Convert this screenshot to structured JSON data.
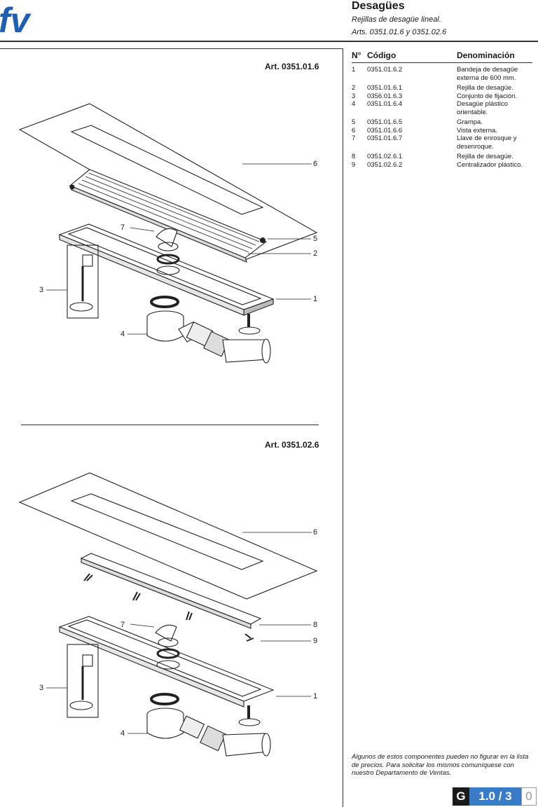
{
  "header": {
    "title": "Desagües",
    "subtitle1": "Rejillas de desagüe lineal.",
    "subtitle2": "Arts. 0351.01.6 y 0351.02.6"
  },
  "brand": {
    "logo_text": "fv",
    "color": "#1f5fb3"
  },
  "drawings": {
    "top": {
      "label": "Art. 0351.01.6",
      "callouts": [
        "6",
        "7",
        "5",
        "2",
        "3",
        "1",
        "4"
      ]
    },
    "bottom": {
      "label": "Art. 0351.02.6",
      "callouts": [
        "6",
        "7",
        "8",
        "9",
        "3",
        "1",
        "4"
      ]
    }
  },
  "parts_table": {
    "headers": {
      "n": "N°",
      "code": "Código",
      "name": "Denominación"
    },
    "rows": [
      {
        "n": "1",
        "code": "0351.01.6.2",
        "name": "Bandeja de desagüe externa de 600 mm."
      },
      {
        "n": "2",
        "code": "0351.01.6.1",
        "name": "Rejilla de desagüe."
      },
      {
        "n": "3",
        "code": "0356.01.6.3",
        "name": "Conjunto de fijación."
      },
      {
        "n": "4",
        "code": "0351.01.6.4",
        "name": "Desagüe plástico orientable."
      },
      {
        "n": "5",
        "code": "0351.01.6.5",
        "name": "Grampa."
      },
      {
        "n": "6",
        "code": "0351.01.6.6",
        "name": "Vista externa."
      },
      {
        "n": "7",
        "code": "0351.01.6.7",
        "name": "Llave de enrosque y desenroque."
      },
      {
        "n": "8",
        "code": "0351.02.6.1",
        "name": "Rejilla de desagüe."
      },
      {
        "n": "9",
        "code": "0351.02.6.2",
        "name": "Centralizador plástico."
      }
    ]
  },
  "footnote": "Algunos de estos componentes pueden no figurar en la lista de precios. Para solicitar los mismos comuníquese con nuestro Departamento de Ventas.",
  "page_badge": {
    "section": "G",
    "page": "1.0 / 3",
    "next": "0",
    "accent": "#3a7bc8"
  }
}
